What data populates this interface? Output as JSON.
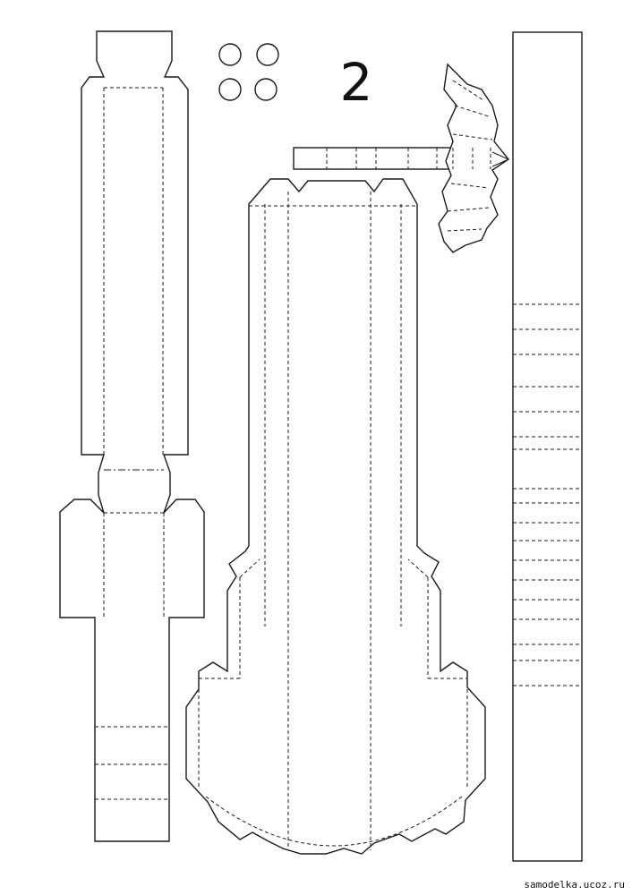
{
  "sheet": {
    "number": "2",
    "watermark": "samodelka.ucoz.ru",
    "colors": {
      "line": "#1a1a1a",
      "paper": "#ffffff"
    }
  },
  "pieces": [
    {
      "name": "neck-and-peg-strip"
    },
    {
      "name": "round-knobs",
      "count": 4
    },
    {
      "name": "guitar-body"
    },
    {
      "name": "bridge-strip"
    },
    {
      "name": "zigzag-tail-piece"
    },
    {
      "name": "long-side-strip"
    }
  ]
}
